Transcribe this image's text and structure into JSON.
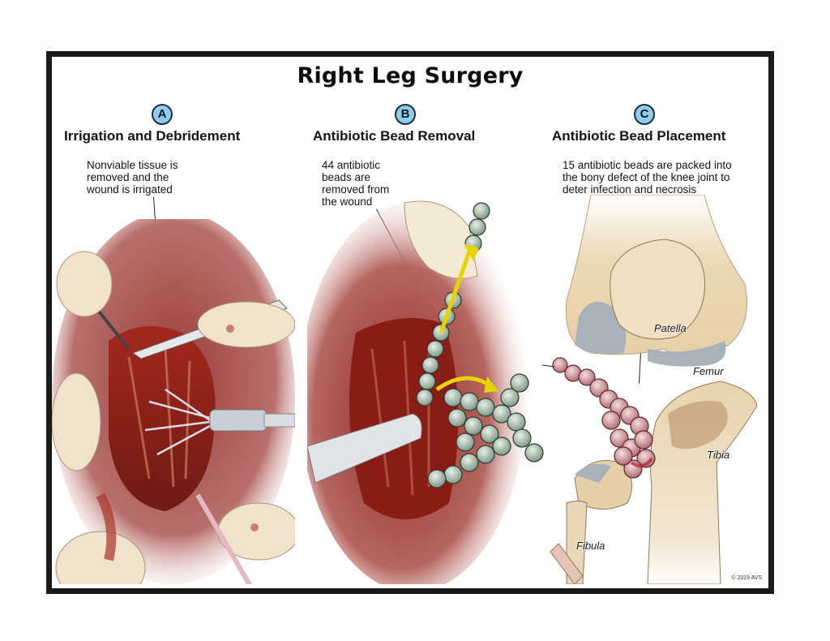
{
  "page": {
    "title": "Right Leg Surgery",
    "copyright": "© 2019 AVS",
    "frame_color": "#1a1a1a",
    "badge_color": "#8fcdea"
  },
  "panels": [
    {
      "id": "A",
      "badge": "A",
      "heading": "Irrigation and Debridement",
      "caption": "Nonviable tissue is\nremoved and the\nwound is irrigated",
      "illustration": "open-wound-irrigation"
    },
    {
      "id": "B",
      "badge": "B",
      "heading": "Antibiotic Bead Removal",
      "caption": "44 antibiotic\nbeads are\nremoved from\nthe wound",
      "illustration": "bead-chain-removal"
    },
    {
      "id": "C",
      "badge": "C",
      "heading": "Antibiotic Bead Placement",
      "caption": "15 antibiotic beads are packed into\nthe bony defect of the knee joint to\ndeter infection and necrosis",
      "illustration": "knee-joint-bead-placement",
      "labels": {
        "patella": "Patella",
        "femur": "Femur",
        "tibia": "Tibia",
        "fibula": "Fibula"
      }
    }
  ]
}
